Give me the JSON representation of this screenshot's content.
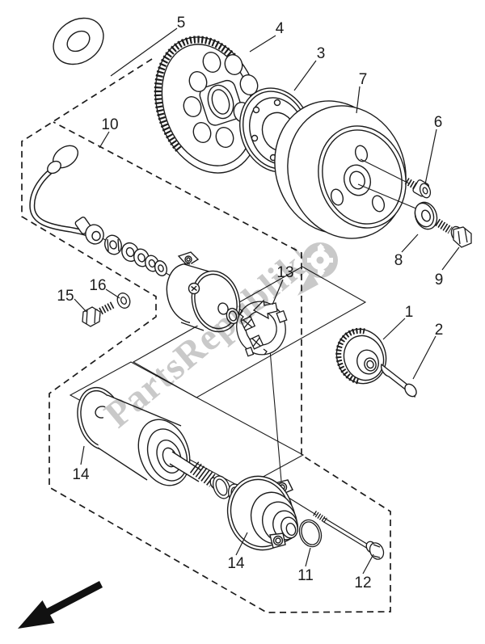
{
  "labels": {
    "n1": "1",
    "n2": "2",
    "n3": "3",
    "n4": "4",
    "n5": "5",
    "n6": "6",
    "n7": "7",
    "n8": "8",
    "n9": "9",
    "n10": "10",
    "n11": "11",
    "n12": "12",
    "n13": "13",
    "n14": "14",
    "n15": "15",
    "n16": "16"
  },
  "watermark": {
    "text": "PartsRepublik|"
  },
  "colors": {
    "line": "#1c1c1c",
    "watermark": "#c3c3c3"
  }
}
